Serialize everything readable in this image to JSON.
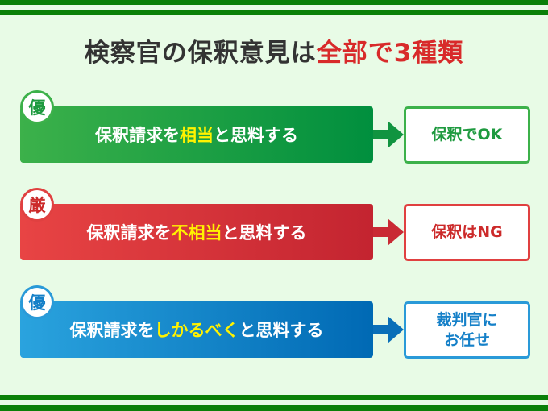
{
  "title": {
    "main": "検察官の保釈意見は",
    "accent": "全部で3種類"
  },
  "rows": [
    {
      "badge": "優",
      "prefix": "保釈請求を",
      "highlight": "相当",
      "suffix": "と思料する",
      "result_line1": "保釈でOK",
      "result_line2": ""
    },
    {
      "badge": "厳",
      "prefix": "保釈請求を",
      "highlight": "不相当",
      "suffix": "と思料する",
      "result_line1": "保釈はNG",
      "result_line2": ""
    },
    {
      "badge": "優",
      "prefix": "保釈請求を",
      "highlight": "しかるべく",
      "suffix": "と思料する",
      "result_line1": "裁判官に",
      "result_line2": "お任せ"
    }
  ],
  "colors": {
    "green": "#0a8008",
    "red": "#d82a2a",
    "blue": "#0069b4"
  }
}
